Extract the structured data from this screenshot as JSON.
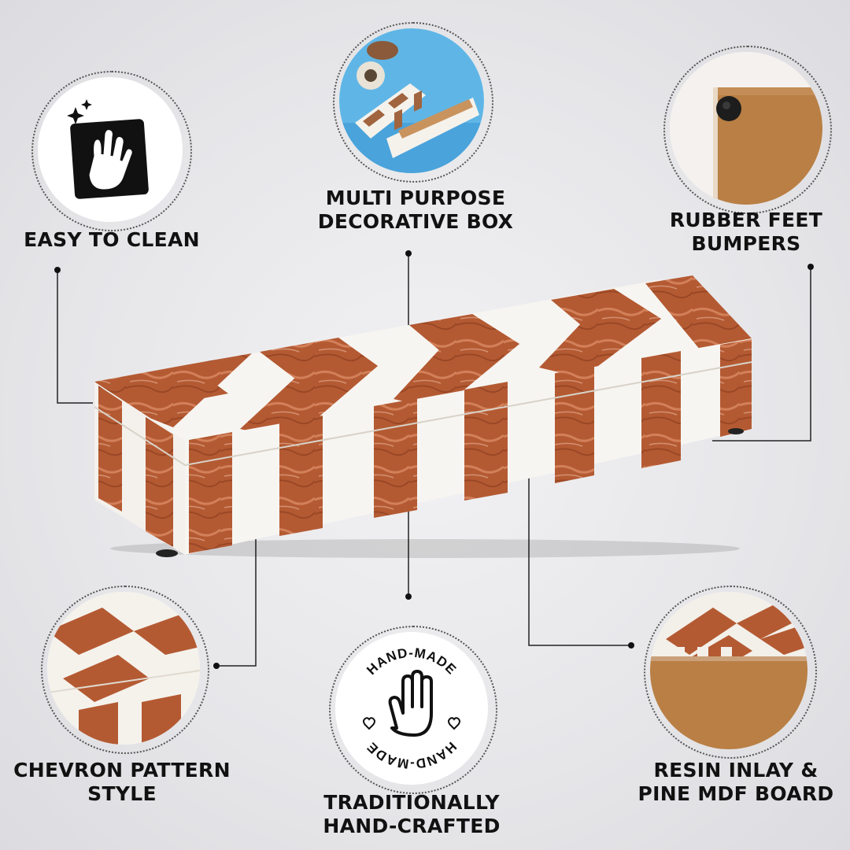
{
  "features": {
    "easy_clean": {
      "line1": "EASY TO CLEAN",
      "icon": "cleaning-glove-icon"
    },
    "multi_purpose": {
      "line1": "MULTI PURPOSE",
      "line2": "DECORATIVE BOX"
    },
    "rubber_feet": {
      "line1": "RUBBER FEET",
      "line2": "BUMPERS"
    },
    "chevron": {
      "line1": "CHEVRON PATTERN",
      "line2": "STYLE"
    },
    "handmade": {
      "line1": "TRADITIONALLY",
      "line2": "HAND-CRAFTED",
      "badge_top": "HAND-MADE",
      "badge_bottom": "HAND-MADE",
      "icon": "hand-icon"
    },
    "resin": {
      "line1": "RESIN INLAY &",
      "line2": "PINE MDF BOARD"
    }
  },
  "colors": {
    "resin_brown": "#b45a33",
    "inlay_white": "#f7f5f1",
    "pine_board": "#b97f45",
    "background": "#e6e6e9"
  }
}
